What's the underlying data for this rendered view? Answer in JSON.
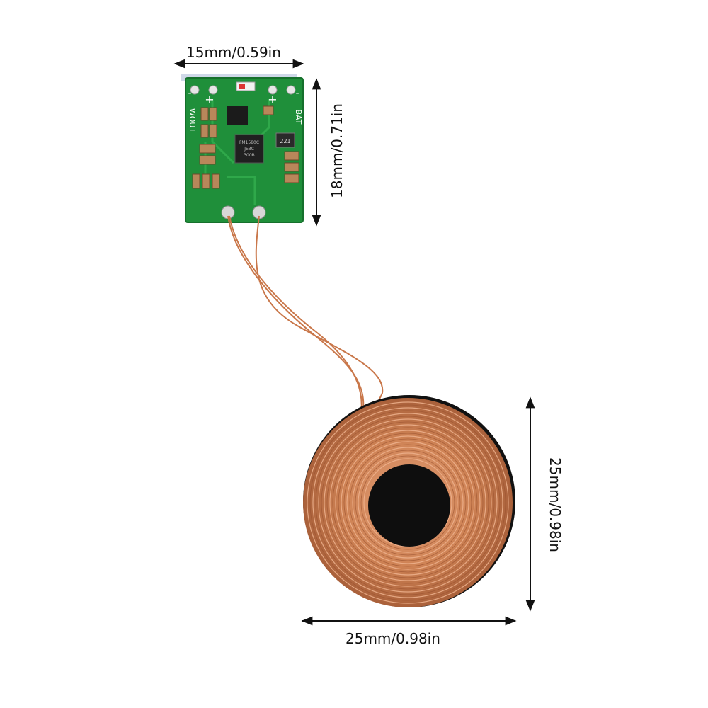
{
  "dimensions": {
    "pcb_width": "15mm/0.59in",
    "pcb_height": "18mm/0.71in",
    "coil_height": "25mm/0.98in",
    "coil_width": "25mm/0.98in"
  },
  "pcb": {
    "left_label": "WOUT",
    "right_label": "BAT",
    "chip_marking": "FM1580C",
    "chip_marking_2": "JE3C",
    "chip_marking_3": "300B",
    "inductor_marking": "221",
    "plus_left": "+",
    "plus_right": "+",
    "minus_left": "-",
    "minus_right": "-"
  },
  "colors": {
    "pcb_green": "#1f8f3a",
    "copper": "#c9774a",
    "coil_core": "#0e0e0e",
    "dimension_line": "#111111"
  }
}
